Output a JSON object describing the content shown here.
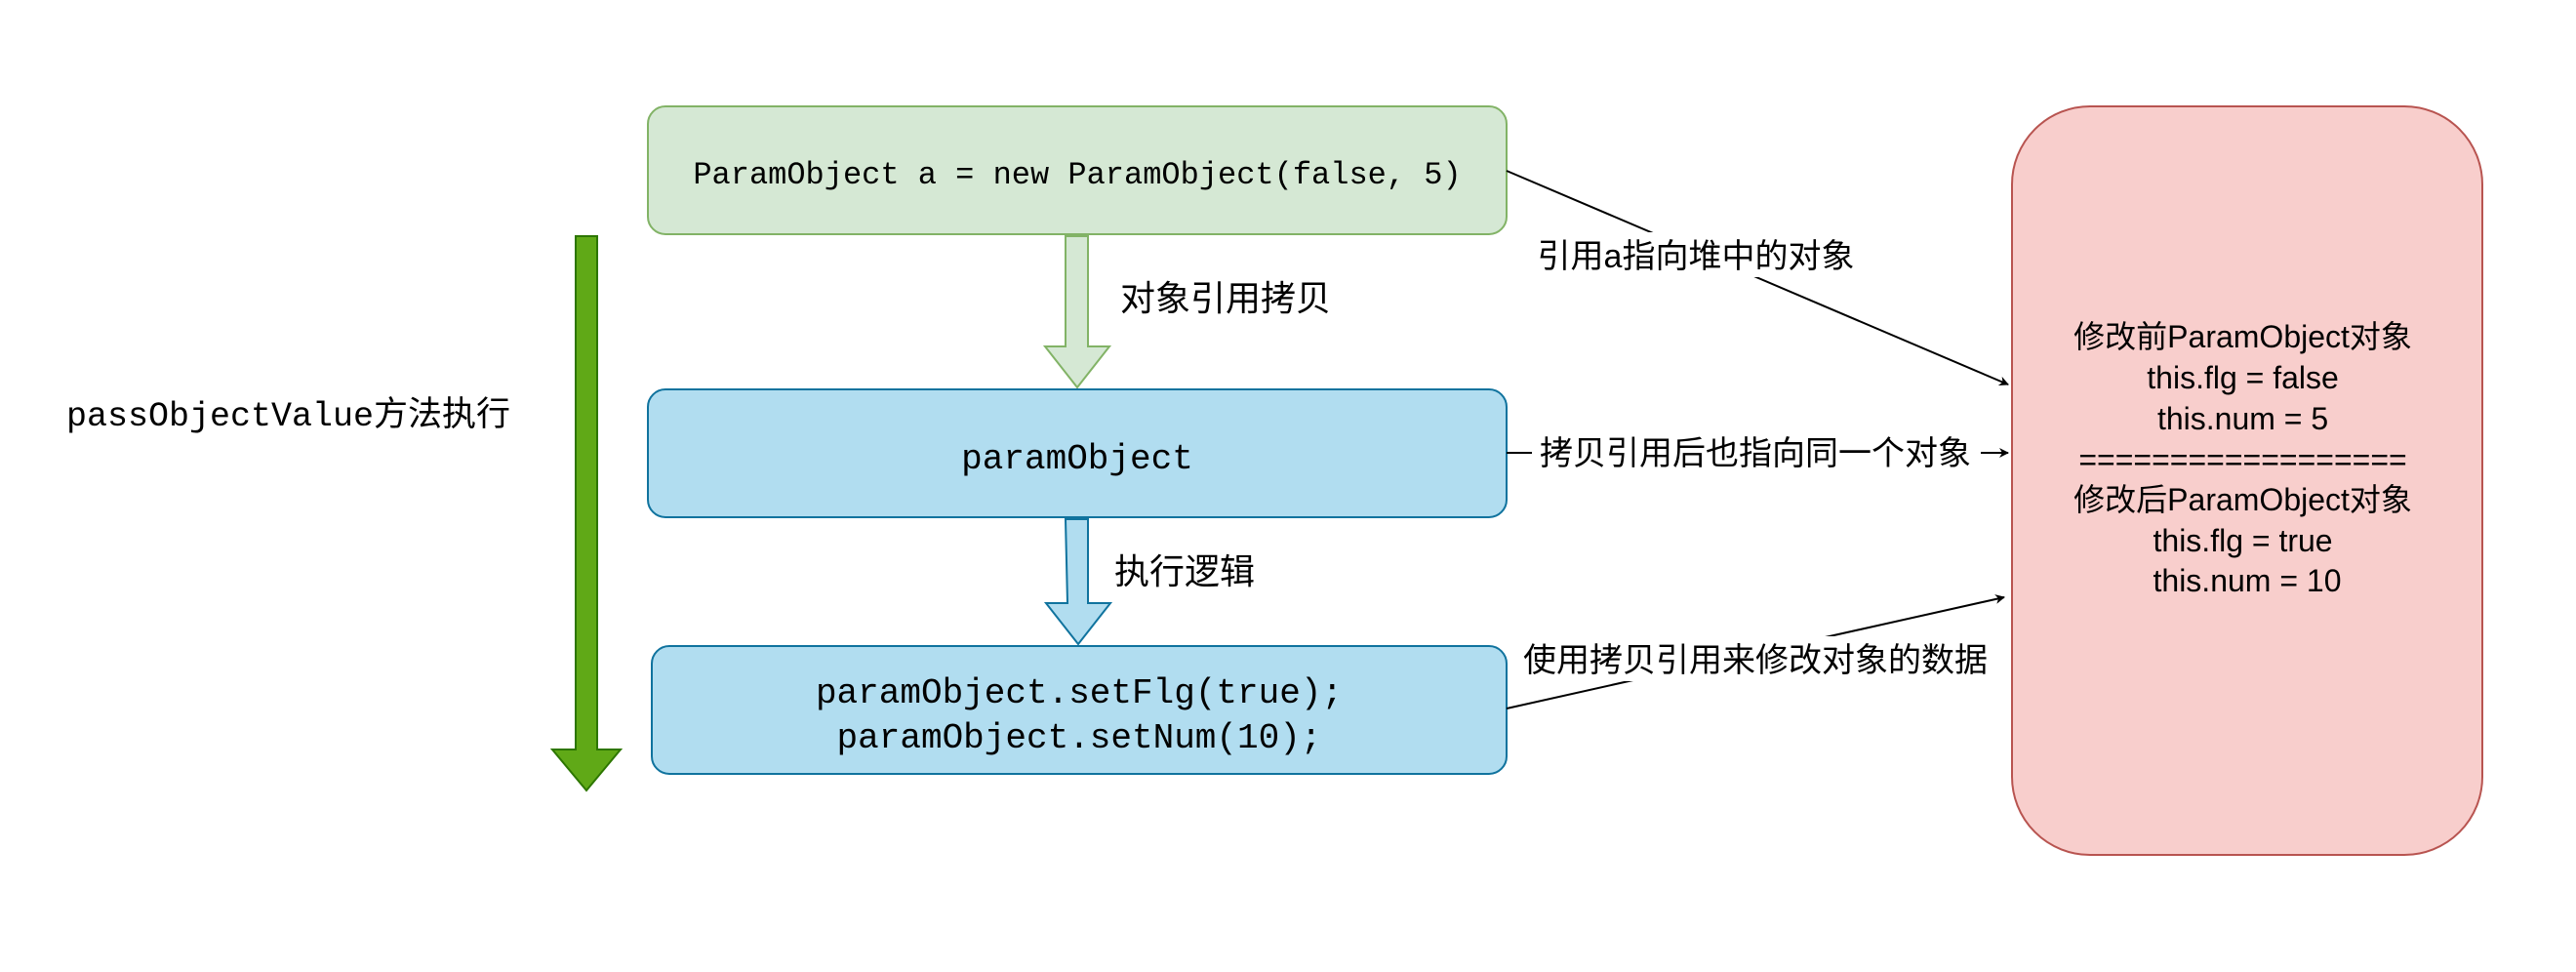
{
  "diagram": {
    "side_label": "passObjectValue方法执行",
    "box_a": {
      "text": "ParamObject a = new ParamObject(false, 5)"
    },
    "box_param": {
      "text": "paramObject"
    },
    "box_logic": {
      "line1": "paramObject.setFlg(true);",
      "line2": "paramObject.setNum(10);"
    },
    "arrow_copy_label": "对象引用拷贝",
    "arrow_exec_label": "执行逻辑",
    "edge_labels": {
      "ref_a": "引用a指向堆中的对象",
      "copy_ref": "拷贝引用后也指向同一个对象",
      "modify": "使用拷贝引用来修改对象的数据"
    },
    "heap_box": {
      "lines": [
        "修改前ParamObject对象",
        "this.flg = false",
        "this.num = 5",
        "==================",
        "修改后ParamObject对象",
        "this.flg = true",
        "this.num = 10"
      ]
    },
    "colors": {
      "green_box_fill": "#d5e8d4",
      "green_box_stroke": "#82b366",
      "blue_box_fill": "#b1ddf0",
      "blue_box_stroke": "#10739e",
      "red_box_fill": "#f8cecc",
      "red_box_stroke": "#b85450",
      "timeline_fill": "#60a917",
      "timeline_stroke": "#2d7600"
    }
  }
}
